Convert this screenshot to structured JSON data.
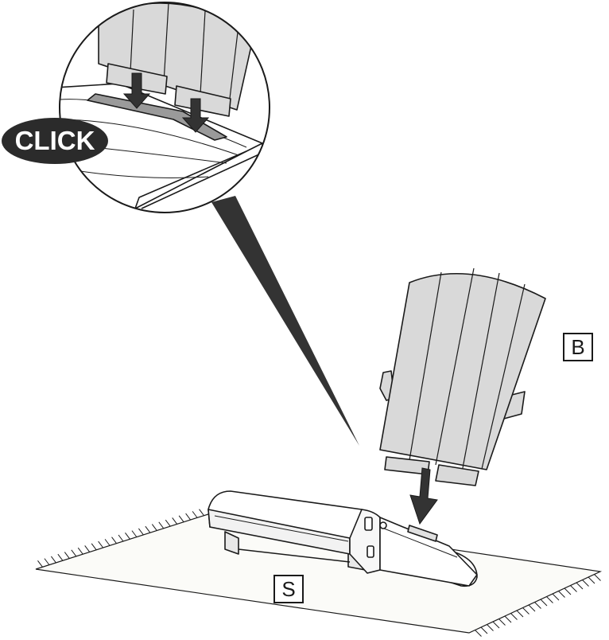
{
  "callout": {
    "text": "CLICK"
  },
  "labels": {
    "backrest": "B",
    "seat": "S"
  },
  "colors": {
    "stroke": "#1a1a1a",
    "panel_fill": "#d9d9d9",
    "badge_fill": "#2b2b2b",
    "arrow_fill": "#333333",
    "ground_fill": "#fbfbf8"
  },
  "icons": [
    "down-arrow-icon",
    "magnifier-circle",
    "pointer-wedge"
  ]
}
